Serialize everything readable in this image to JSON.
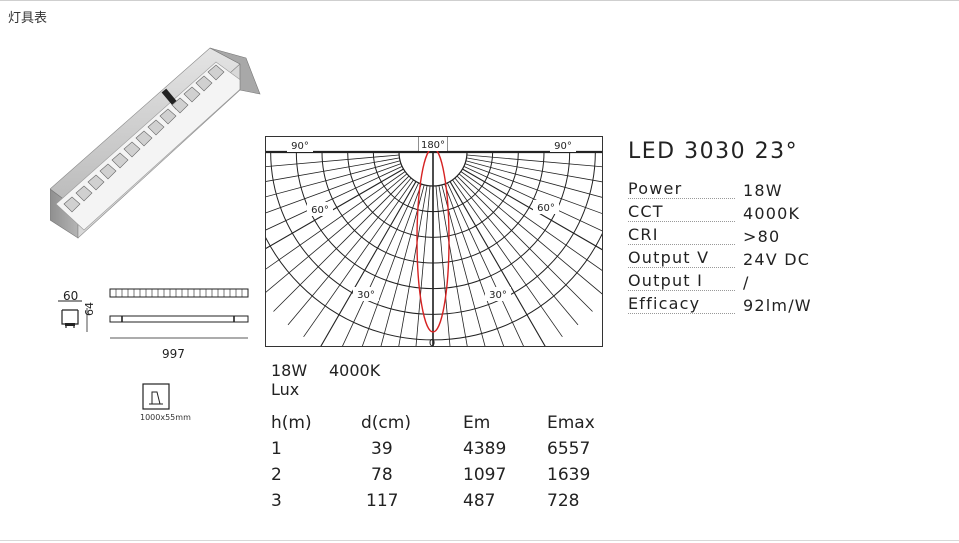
{
  "page": {
    "title": "灯具表"
  },
  "drawing": {
    "width_mm": "60",
    "height_mm": "64",
    "length_mm": "997",
    "cutout": "1000x55mm"
  },
  "polar": {
    "labels": {
      "top": "180°",
      "left_90": "90°",
      "right_90": "90°",
      "left_60": "60°",
      "right_60": "60°",
      "left_30": "30°",
      "right_30": "30°",
      "bottom": "0"
    },
    "colors": {
      "grid": "#222222",
      "curve": "#d62222"
    }
  },
  "lux": {
    "power": "18W",
    "cct": "4000K",
    "unit": "Lux",
    "headers": [
      "h(m)",
      "d(cm)",
      "Em",
      "Emax"
    ],
    "rows": [
      [
        "1",
        "39",
        "4389",
        "6557"
      ],
      [
        "2",
        "78",
        "1097",
        "1639"
      ],
      [
        "3",
        "117",
        "487",
        "728"
      ]
    ]
  },
  "product": {
    "title": "LED 3030 23°",
    "specs": [
      {
        "label": "Power",
        "value": "18W"
      },
      {
        "label": "CCT",
        "value": "4000K"
      },
      {
        "label": "CRI",
        "value": ">80"
      },
      {
        "label": "Output V",
        "value": "24V DC"
      },
      {
        "label": "Output I",
        "value": "/"
      },
      {
        "label": "Efficacy",
        "value": "92lm/W"
      }
    ]
  }
}
